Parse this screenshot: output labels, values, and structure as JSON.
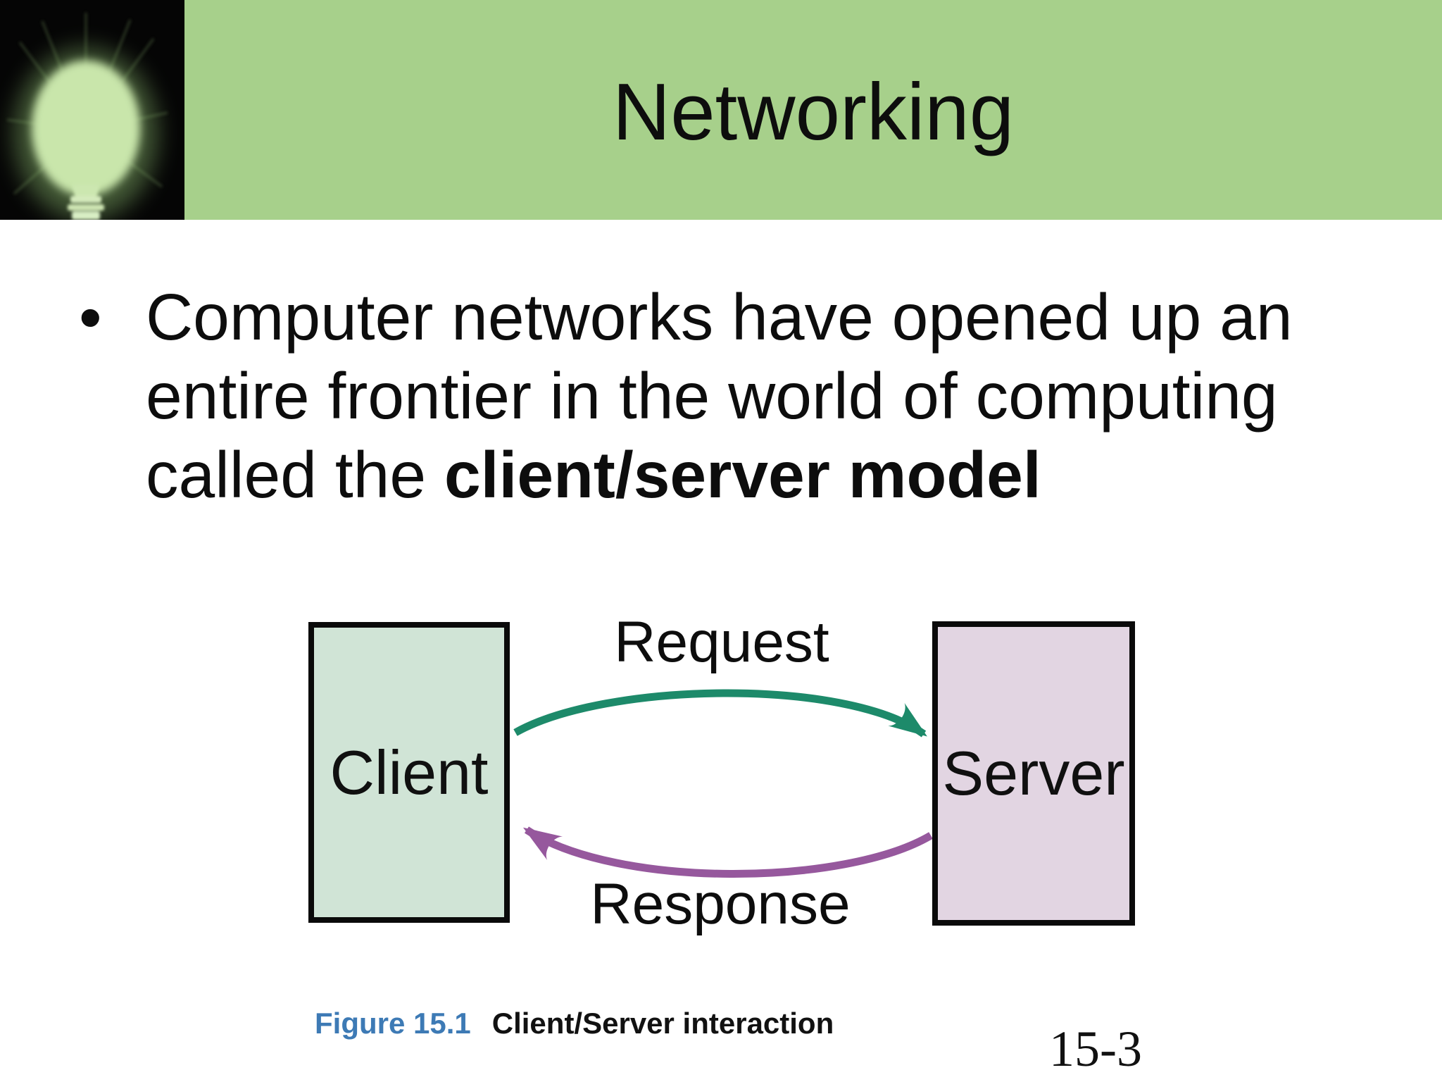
{
  "header": {
    "title": "Networking"
  },
  "bullet": {
    "marker": "•",
    "lines": [
      "Computer networks have opened up an",
      "entire frontier in the world of computing",
      "called the "
    ],
    "bold": "client/server model"
  },
  "diagram": {
    "client_label": "Client",
    "server_label": "Server",
    "request_label": "Request",
    "response_label": "Response"
  },
  "caption": {
    "figure": "Figure 15.1",
    "text": "Client/Server interaction"
  },
  "page_number": "15-3",
  "icons": {
    "lightbulb": "glowing-lightbulb-icon"
  },
  "colors": {
    "banner_green": "#a7d08b",
    "client_fill": "#d0e4d6",
    "server_fill": "#e2d5e2",
    "request_arrow": "#1d8a6a",
    "response_arrow": "#96589d",
    "figure_blue": "#3d7ab5"
  }
}
